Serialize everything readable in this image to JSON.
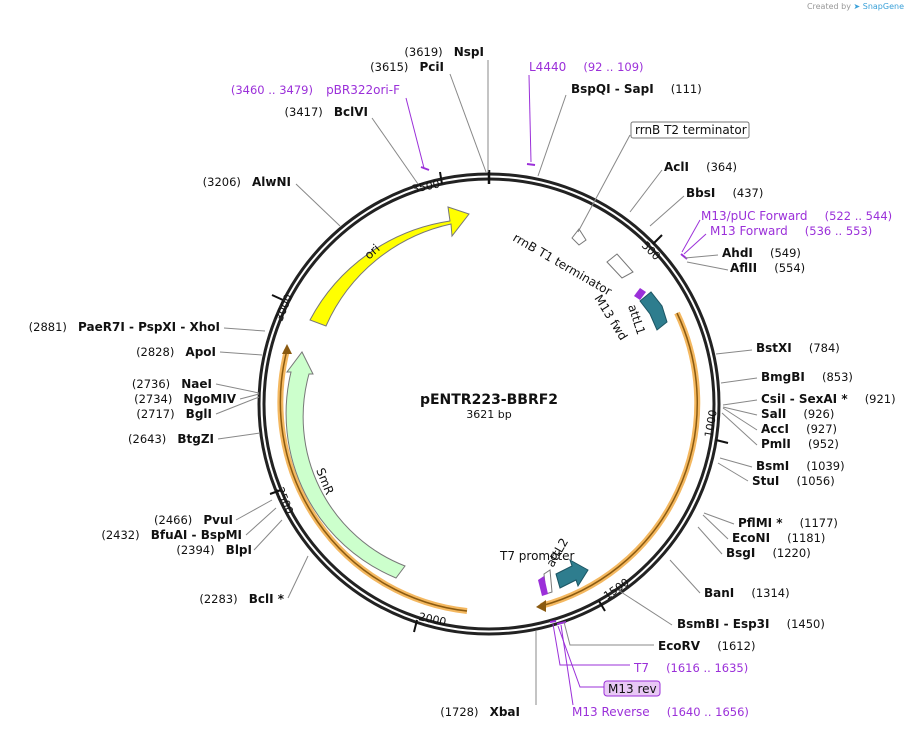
{
  "header": {
    "credit": "Created by",
    "brand": "SnapGene"
  },
  "plasmid": {
    "name": "pENTR223-BBRF2",
    "length": "3621 bp"
  },
  "ticks": [
    "500",
    "1000",
    "1500",
    "2000",
    "2500",
    "3000",
    "3500"
  ],
  "features": {
    "ori": "ori",
    "smr": "SmR",
    "rrnb_t1": "rrnB T1 terminator",
    "rrnb_t2": "rrnB T2 terminator",
    "attl1": "attL1",
    "attl2": "attL2",
    "m13_fwd": "M13 fwd",
    "t7_promoter": "T7 promoter",
    "m13_rev": "M13 rev"
  },
  "sites_right": [
    {
      "pos": "(3619)",
      "name": "NspI"
    },
    {
      "pos": "(3615)",
      "name": "PciI"
    },
    {
      "name": "BspQI  - SapI",
      "pos": "(111)"
    },
    {
      "name": "AclI",
      "pos": "(364)"
    },
    {
      "name": "BbsI",
      "pos": "(437)"
    },
    {
      "name": "AhdI",
      "pos": "(549)"
    },
    {
      "name": "AflII",
      "pos": "(554)"
    },
    {
      "name": "BstXI",
      "pos": "(784)"
    },
    {
      "name": "BmgBI",
      "pos": "(853)"
    },
    {
      "name": "CsiI  - SexAI *",
      "pos": "(921)"
    },
    {
      "name": "SalI",
      "pos": "(926)"
    },
    {
      "name": "AccI",
      "pos": "(927)"
    },
    {
      "name": "PmlI",
      "pos": "(952)"
    },
    {
      "name": "BsmI",
      "pos": "(1039)"
    },
    {
      "name": "StuI",
      "pos": "(1056)"
    },
    {
      "name": "PflMI *",
      "pos": "(1177)"
    },
    {
      "name": "EcoNI",
      "pos": "(1181)"
    },
    {
      "name": "BsgI",
      "pos": "(1220)"
    },
    {
      "name": "BanI",
      "pos": "(1314)"
    },
    {
      "name": "BsmBI  - Esp3I",
      "pos": "(1450)"
    },
    {
      "name": "EcoRV",
      "pos": "(1612)"
    },
    {
      "pos": "(1728)",
      "name": "XbaI"
    }
  ],
  "sites_left": [
    {
      "pos": "(3417)",
      "name": "BclVI"
    },
    {
      "pos": "(3206)",
      "name": "AlwNI"
    },
    {
      "pos": "(2881)",
      "name": "PaeR7I  - PspXI  - XhoI"
    },
    {
      "pos": "(2828)",
      "name": "ApoI"
    },
    {
      "pos": "(2736)",
      "name": "NaeI"
    },
    {
      "pos": "(2734)",
      "name": "NgoMIV"
    },
    {
      "pos": "(2717)",
      "name": "BglI"
    },
    {
      "pos": "(2643)",
      "name": "BtgZI"
    },
    {
      "pos": "(2466)",
      "name": "PvuI"
    },
    {
      "pos": "(2432)",
      "name": "BfuAI  - BspMI"
    },
    {
      "pos": "(2394)",
      "name": "BlpI"
    },
    {
      "pos": "(2283)",
      "name": "BclI *"
    }
  ],
  "primers": [
    {
      "name": "L4440",
      "range": "(92 .. 109)"
    },
    {
      "range": "(3460 .. 3479)",
      "name": "pBR322ori-F"
    },
    {
      "name": "M13/pUC Forward",
      "range": "(522 .. 544)"
    },
    {
      "name": "M13 Forward",
      "range": "(536 .. 553)"
    },
    {
      "name": "T7",
      "range": "(1616 .. 1635)"
    },
    {
      "name": "M13 Reverse",
      "range": "(1640 .. 1656)"
    }
  ],
  "colors": {
    "backbone": "#222222",
    "ori": "#ffff00",
    "smr": "#ccffcc",
    "att": "#2e7d8e",
    "primer": "#9b30d9",
    "orange_arc": "#f4b860"
  }
}
